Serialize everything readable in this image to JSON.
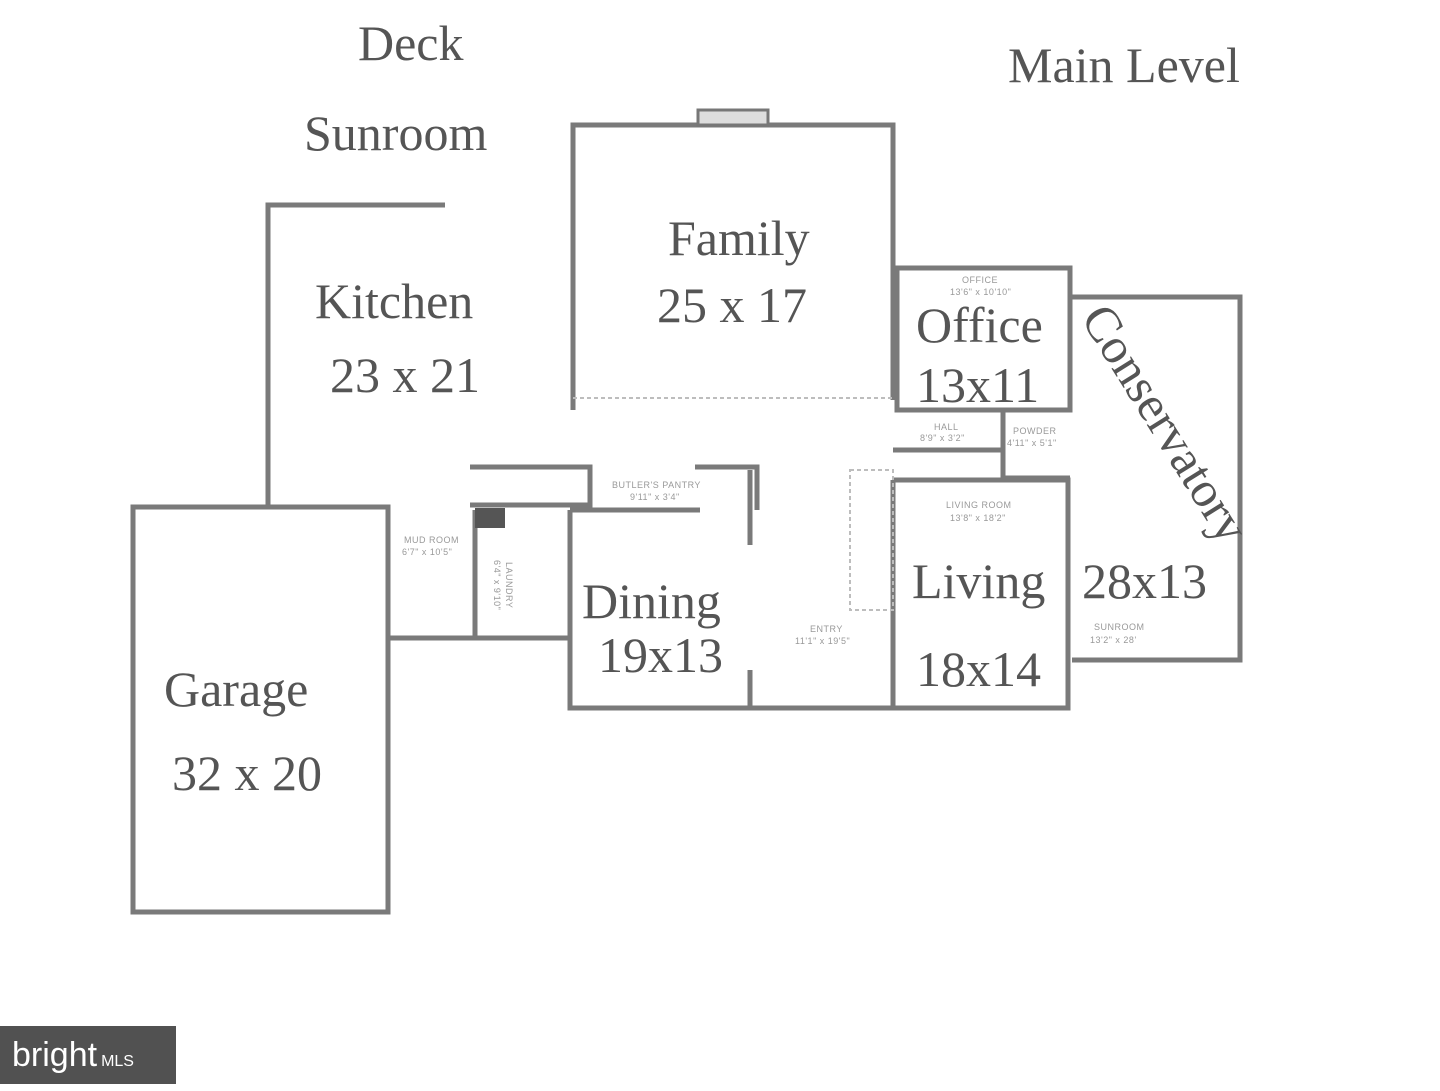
{
  "title": "Main Level",
  "labels": {
    "deck": "Deck",
    "sunroom_top": "Sunroom",
    "kitchen": "Kitchen",
    "kitchen_size": "23 x 21",
    "family": "Family",
    "family_size": "25 x 17",
    "office": "Office",
    "office_size": "13x11",
    "conservatory": "Conservatory",
    "conservatory_size": "28x13",
    "dining": "Dining",
    "dining_size": "19x13",
    "living": "Living",
    "living_size": "18x14",
    "garage": "Garage",
    "garage_size": "32 x 20"
  },
  "small_labels": {
    "hall": "HALL",
    "hall_size": "8'9\" x 3'2\"",
    "powder": "POWDER",
    "powder_size": "4'11\" x 5'1\"",
    "butlers_pantry": "BUTLER'S PANTRY",
    "butlers_pantry_size": "9'11\" x 3'4\"",
    "mud_room": "MUD ROOM",
    "mud_room_size": "6'7\" x 10'5\"",
    "laundry": "LAUNDRY",
    "laundry_size": "6'4\" x 9'10\"",
    "entry": "ENTRY",
    "entry_size": "11'1\" x 19'5\"",
    "living_room": "LIVING ROOM",
    "living_room_size": "13'8\" x 18'2\"",
    "office_small": "OFFICE",
    "office_small_size": "13'6\" x 10'10\"",
    "sunroom": "SUNROOM",
    "sunroom_size": "13'2\" x 28'"
  },
  "watermark": {
    "brand": "bright",
    "suffix": "MLS"
  }
}
